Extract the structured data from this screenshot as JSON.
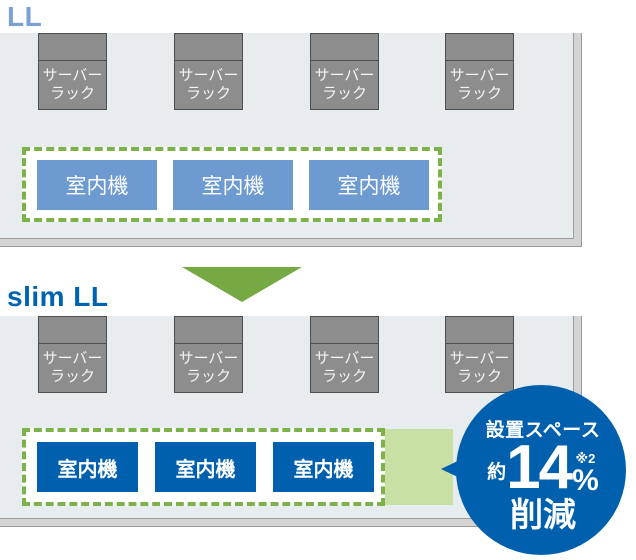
{
  "sections": {
    "before": {
      "title": "LL",
      "racks": [
        {
          "line1": "サーバー",
          "line2": "ラック"
        },
        {
          "line1": "サーバー",
          "line2": "ラック"
        },
        {
          "line1": "サーバー",
          "line2": "ラック"
        },
        {
          "line1": "サーバー",
          "line2": "ラック"
        }
      ],
      "units": [
        "室内機",
        "室内機",
        "室内機"
      ]
    },
    "after": {
      "title": "slim LL",
      "racks": [
        {
          "line1": "サーバー",
          "line2": "ラック"
        },
        {
          "line1": "サーバー",
          "line2": "ラック"
        },
        {
          "line1": "サーバー",
          "line2": "ラック"
        },
        {
          "line1": "サーバー",
          "line2": "ラック"
        }
      ],
      "units": [
        "室内機",
        "室内機",
        "室内機"
      ]
    }
  },
  "badge": {
    "heading": "設置スペース",
    "prefix": "約",
    "value": "14",
    "unit": "%",
    "footnote": "※2",
    "suffix": "削減"
  },
  "colors": {
    "title_before": "#7aa0d4",
    "title_after": "#0063b1",
    "floor_bg": "#e7ecef",
    "wall_band": "#d4d4d4",
    "rack_fill": "#8d8d8d",
    "unit_light_blue": "#6d9ad0",
    "unit_dark_blue": "#0060ad",
    "dash_green": "#7db24a",
    "arrow_green": "#76a944",
    "saved_space_green": "#c9e0a4",
    "badge_blue": "#0060ad"
  }
}
